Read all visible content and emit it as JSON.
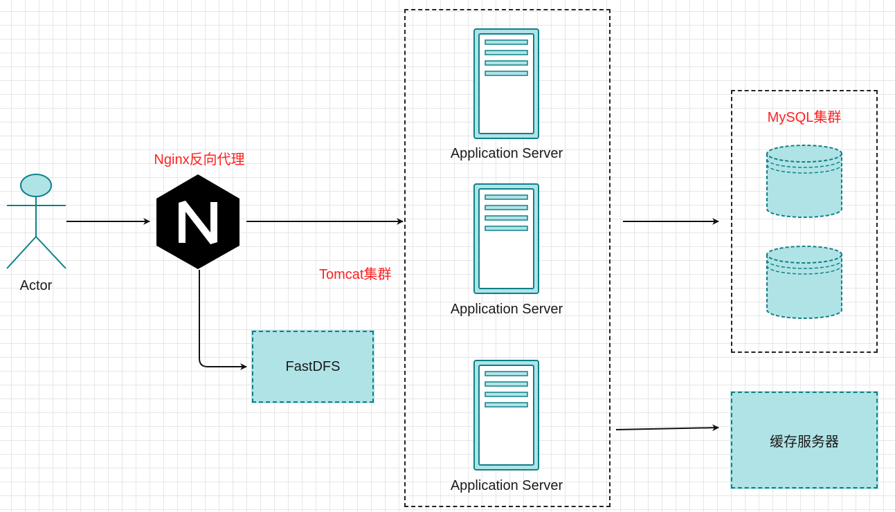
{
  "colors": {
    "teal_fill": "#b0e3e6",
    "teal_stroke": "#0e8088",
    "accent_red": "#ff2020",
    "line": "#111111"
  },
  "actor": {
    "label": "Actor",
    "icon": "actor-icon"
  },
  "nginx": {
    "label": "Nginx反向代理",
    "icon": "nginx-logo-icon"
  },
  "tomcat": {
    "label": "Tomcat集群",
    "servers": [
      {
        "label": "Application Server",
        "icon": "server-icon"
      },
      {
        "label": "Application Server",
        "icon": "server-icon"
      },
      {
        "label": "Application Server",
        "icon": "server-icon"
      }
    ]
  },
  "fastdfs": {
    "label": "FastDFS"
  },
  "mysql": {
    "label": "MySQL集群",
    "databases": [
      {
        "icon": "database-icon"
      },
      {
        "icon": "database-icon"
      }
    ]
  },
  "cache": {
    "label": "缓存服务器"
  }
}
